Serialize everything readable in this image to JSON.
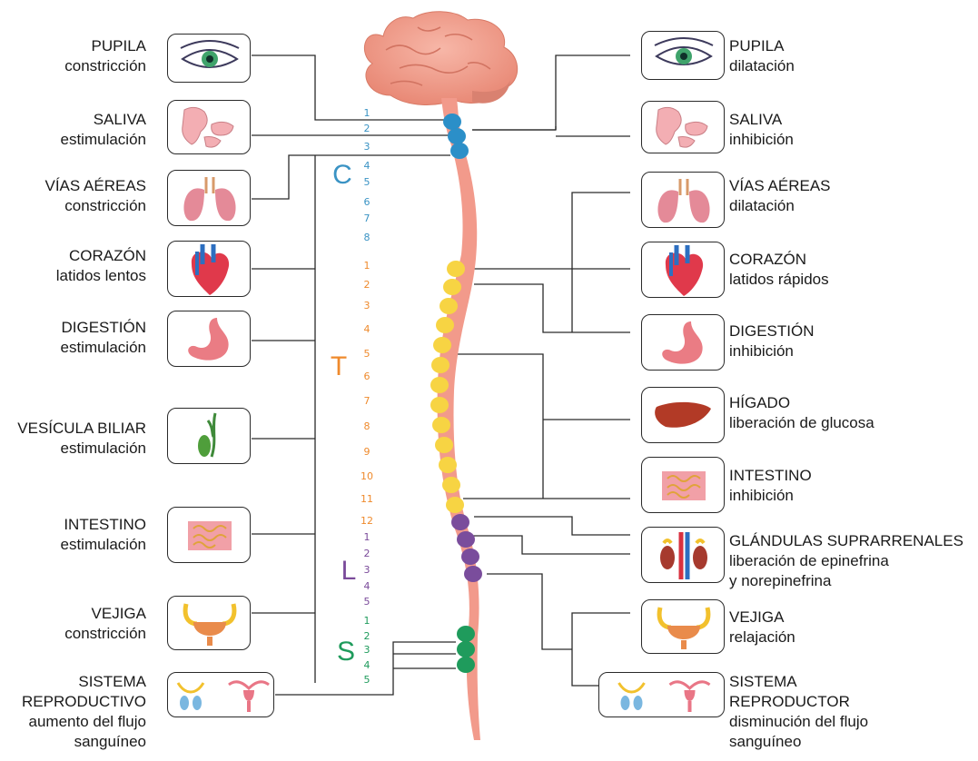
{
  "parasympathetic": [
    {
      "title": "PUPILA",
      "effect": [
        "constricción"
      ]
    },
    {
      "title": "SALIVA",
      "effect": [
        "estimulación"
      ]
    },
    {
      "title": "VÍAS AÉREAS",
      "effect": [
        "constricción"
      ]
    },
    {
      "title": "CORAZÓN",
      "effect": [
        "latidos lentos"
      ]
    },
    {
      "title": "DIGESTIÓN",
      "effect": [
        "estimulación"
      ]
    },
    {
      "title": "VESÍCULA BILIAR",
      "effect": [
        "estimulación"
      ]
    },
    {
      "title": "INTESTINO",
      "effect": [
        "estimulación"
      ]
    },
    {
      "title": "VEJIGA",
      "effect": [
        "constricción"
      ]
    },
    {
      "title": "SISTEMA",
      "effect": [
        "REPRODUCTIVO",
        "aumento del flujo",
        "sanguíneo"
      ]
    }
  ],
  "sympathetic": [
    {
      "title": "PUPILA",
      "effect": [
        "dilatación"
      ]
    },
    {
      "title": "SALIVA",
      "effect": [
        "inhibición"
      ]
    },
    {
      "title": "VÍAS AÉREAS",
      "effect": [
        "dilatación"
      ]
    },
    {
      "title": "CORAZÓN",
      "effect": [
        "latidos rápidos"
      ]
    },
    {
      "title": "DIGESTIÓN",
      "effect": [
        "inhibición"
      ]
    },
    {
      "title": "HÍGADO",
      "effect": [
        "liberación de glucosa"
      ]
    },
    {
      "title": "INTESTINO",
      "effect": [
        "inhibición"
      ]
    },
    {
      "title": "GLÁNDULAS SUPRARRENALES",
      "effect": [
        "liberación de epinefrina",
        "y norepinefrina"
      ]
    },
    {
      "title": "VEJIGA",
      "effect": [
        "relajación"
      ]
    },
    {
      "title": "SISTEMA",
      "effect": [
        "REPRODUCTOR",
        "disminución del flujo",
        "sanguíneo"
      ]
    }
  ],
  "left_icons": [
    "eye-icon",
    "salivary-glands-icon",
    "lungs-icon",
    "heart-icon",
    "stomach-icon",
    "gallbladder-icon",
    "intestine-icon",
    "bladder-icon",
    "reproductive-organs-icon"
  ],
  "right_icons": [
    "eye-icon",
    "salivary-glands-icon",
    "lungs-icon",
    "heart-icon",
    "stomach-icon",
    "liver-icon",
    "intestine-icon",
    "kidneys-adrenal-icon",
    "bladder-icon",
    "reproductive-organs-icon"
  ],
  "spine_regions": [
    {
      "letter": "C",
      "numbers": [
        "1",
        "2",
        "3",
        "4",
        "5",
        "6",
        "7",
        "8"
      ],
      "color": "#3a93c4"
    },
    {
      "letter": "T",
      "numbers": [
        "1",
        "2",
        "3",
        "4",
        "5",
        "6",
        "7",
        "8",
        "9",
        "10",
        "11",
        "12"
      ],
      "color": "#ef8a2c"
    },
    {
      "letter": "L",
      "numbers": [
        "1",
        "2",
        "3",
        "4",
        "5"
      ],
      "color": "#7a4a9a"
    },
    {
      "letter": "S",
      "numbers": [
        "1",
        "2",
        "3",
        "4",
        "5"
      ],
      "color": "#1f9b5c"
    }
  ],
  "colors": {
    "brain": "#f3a08f",
    "cord": "#f29a8b",
    "cervical_segment": "#2b8fc8",
    "thoracic_segment": "#f7d443",
    "lumbar_segment": "#7a4d9c",
    "sacral_segment": "#1f9b5c",
    "line": "#2a2a2a"
  }
}
